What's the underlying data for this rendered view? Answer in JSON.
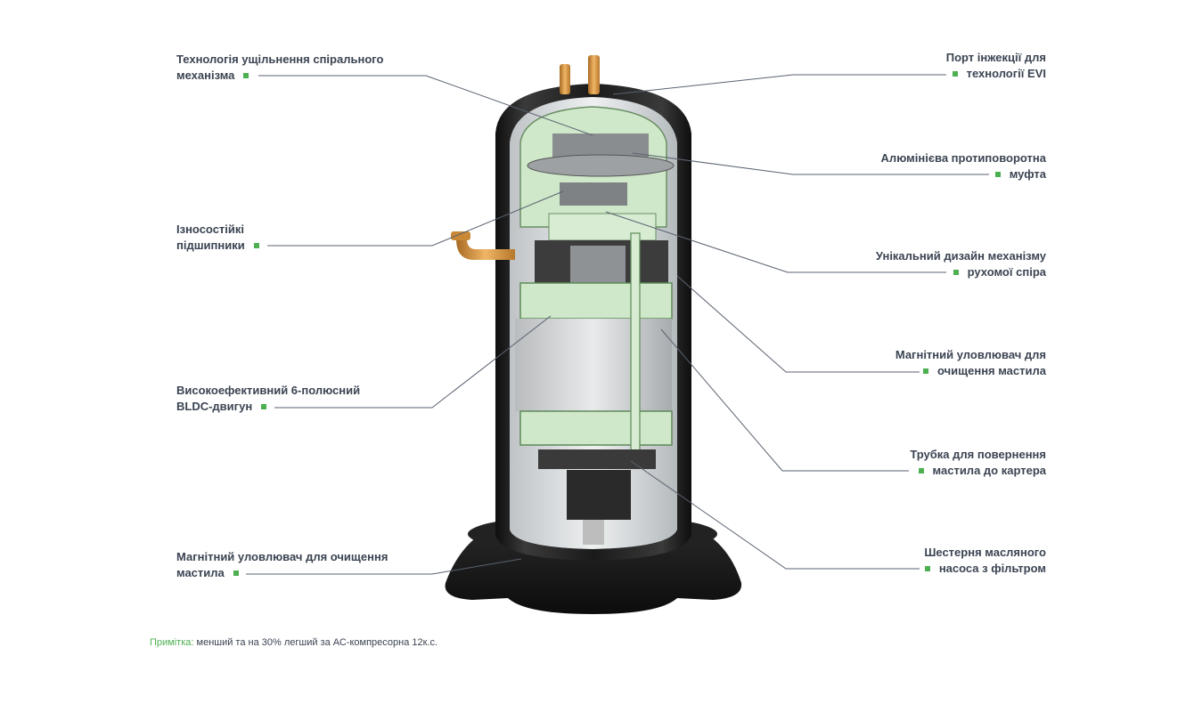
{
  "labels": {
    "scroll_seal": [
      "Технологія ущільнення спірального",
      "механізма"
    ],
    "bearings": [
      "Ізносостійкі",
      "підшипники"
    ],
    "bldc_motor": [
      "Високоефективний 6-полюсний",
      "BLDC-двигун"
    ],
    "oil_magnet_left": [
      "Магнітний уловлювач для очищення",
      "мастила"
    ],
    "evi_port": [
      "Порт інжекції для",
      "технології EVI"
    ],
    "oldham_coupling": [
      "Алюмінієва протиповоротна",
      "муфта"
    ],
    "orbiting_scroll": [
      "Унікальний дизайн механізму",
      "рухомої спіра"
    ],
    "oil_magnet_right": [
      "Магнітний уловлювач для",
      "очищення мастила"
    ],
    "oil_return_tube": [
      "Трубка для повернення",
      "мастила до картера"
    ],
    "oil_pump_gear": [
      "Шестерня масляного",
      "насоса з фільтром"
    ]
  },
  "note": {
    "key": "Примітка:",
    "text": " менший та на 30% легший за АС-компресорна 12к.с."
  },
  "colors": {
    "accent": "#4caf50",
    "text": "#3b4452",
    "leader": "#5a6270",
    "shell": "#1b1b1b",
    "cutaway_green": "#cfe8c9",
    "copper": "#d9963f"
  }
}
